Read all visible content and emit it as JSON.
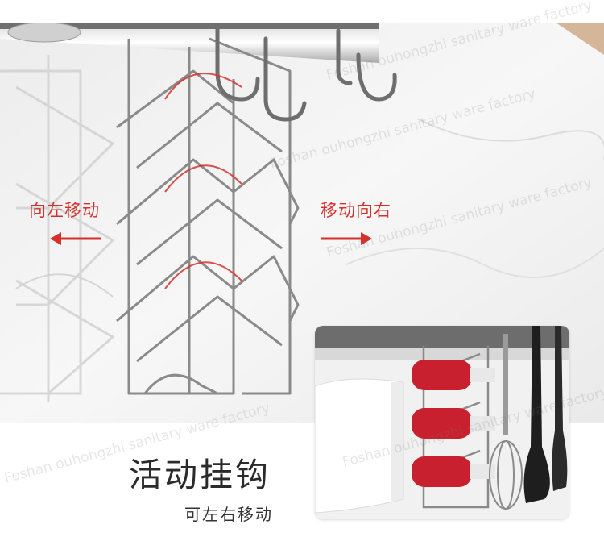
{
  "labels": {
    "move_left": "向左移动",
    "move_right": "移动向右"
  },
  "title": "活动挂钩",
  "subtitle": "可左右移动",
  "watermark": "Foshan ouhongzhi sanitary ware factory",
  "colors": {
    "accent_red": "#d6302b",
    "steel": "#8f8f8f",
    "wall": "#f2f2f2"
  },
  "icons": {
    "left_arrow": "arrow-left-icon",
    "right_arrow": "arrow-right-icon"
  }
}
